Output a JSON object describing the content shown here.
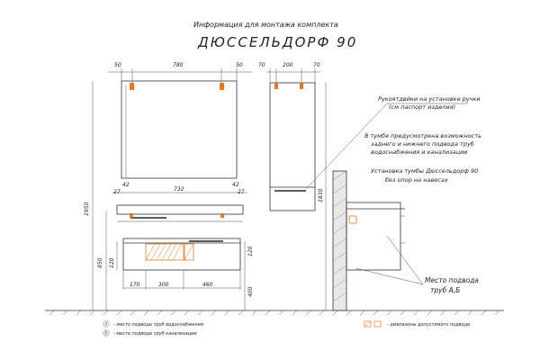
{
  "title": {
    "line1": "Информация для монтажа комплекта",
    "line2": "ДЮССЕЛЬДОРФ 90"
  },
  "dims": {
    "mirror_left": "50",
    "mirror_center": "780",
    "mirror_right": "50",
    "col_left": "70",
    "col_center": "200",
    "col_right": "70",
    "vert_1950": "1950",
    "vert_1830": "1830",
    "vert_850": "850",
    "vert_120_left": "120",
    "vert_120_right": "120",
    "vert_400": "400",
    "top_42_left": "42",
    "top_27_left": "27",
    "top_732": "732",
    "top_42_right": "42",
    "top_27_right": "27",
    "bottom_170": "170",
    "bottom_300": "300",
    "bottom_460": "460"
  },
  "notes": {
    "handles_line1": "Рукоятдвйки на установке ручки",
    "handles_line2": "(см паспорт изделия)",
    "drawer_line1": "В тумбе предусмотрена возможность",
    "drawer_line2": "заднего и нижнего подвода труб",
    "drawer_line3": "водоснабжения и канализации",
    "mount_line1": "Установка тумбы Дюссельдорф 90",
    "mount_line2": "без опор на навесах",
    "pipe_line1": "Место подвода",
    "pipe_line2": "труб А,Б"
  },
  "legend": {
    "a_mark": "А",
    "a_text": "- место подвода труб водоснабжения",
    "b_mark": "Б",
    "b_text": "- место подвода труб канализации",
    "zone_text": "- диапазоны допустимого подвода"
  },
  "colors": {
    "accent": "#e07a2a"
  }
}
